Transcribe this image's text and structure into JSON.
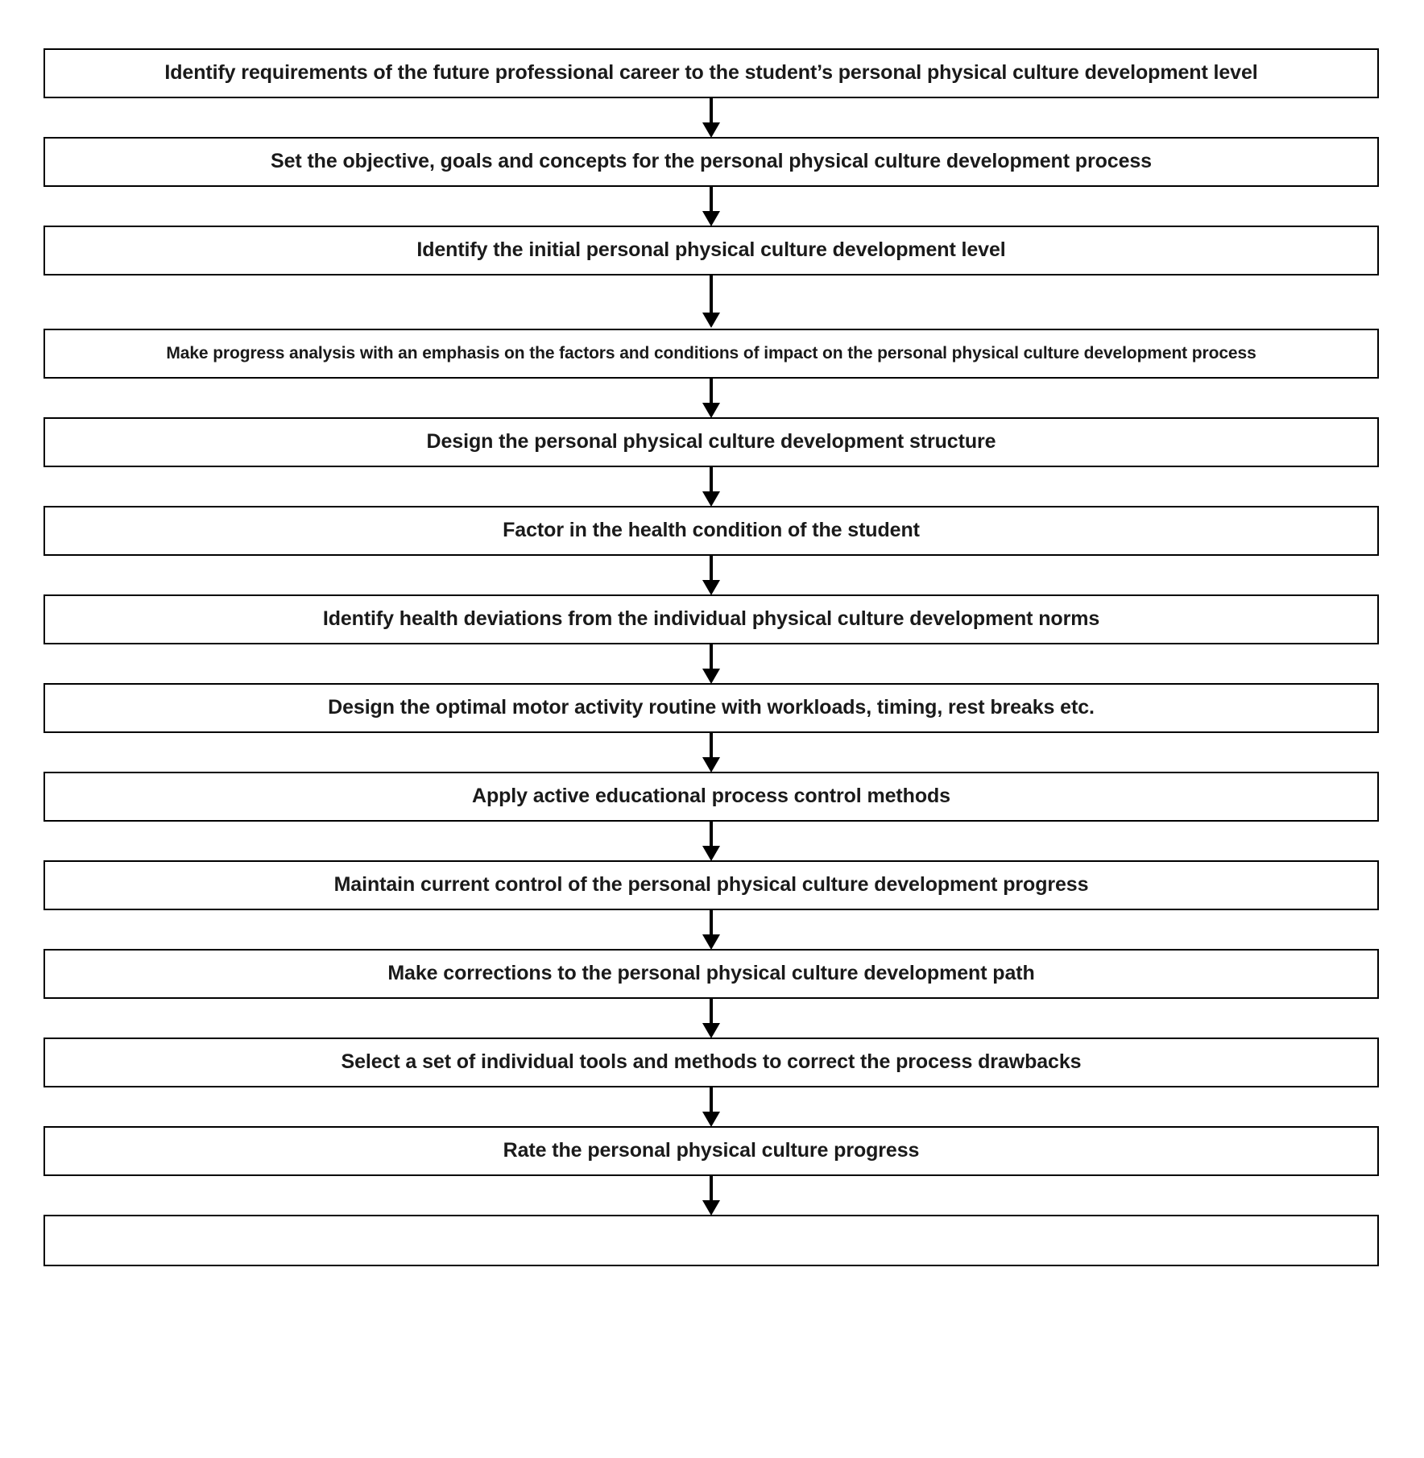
{
  "diagram": {
    "title": "Personal physical culture development process flowchart",
    "orientation": "vertical",
    "connector_style": "downward-arrow",
    "box_fill": "#ffffff",
    "box_border": "#000000",
    "text_color": "#1a1a1a",
    "steps": [
      {
        "index": 1,
        "label": "Identify requirements of the future professional career to the student’s personal physical culture development level",
        "size": "normal"
      },
      {
        "index": 2,
        "label": "Set the objective, goals and concepts for the personal physical culture development process",
        "size": "normal"
      },
      {
        "index": 3,
        "label": "Identify the initial personal physical culture development level",
        "size": "normal"
      },
      {
        "index": 4,
        "label": "Make progress analysis with an emphasis on the factors and conditions of impact on the personal physical culture development process",
        "size": "small"
      },
      {
        "index": 5,
        "label": "Design the personal physical culture development structure",
        "size": "normal"
      },
      {
        "index": 6,
        "label": "Factor in the health condition of the student",
        "size": "normal"
      },
      {
        "index": 7,
        "label": "Identify health deviations from the individual physical culture development norms",
        "size": "normal"
      },
      {
        "index": 8,
        "label": "Design the optimal motor activity routine with workloads, timing, rest breaks etc.",
        "size": "normal"
      },
      {
        "index": 9,
        "label": "Apply active educational process control methods",
        "size": "normal"
      },
      {
        "index": 10,
        "label": "Maintain current control of the personal physical culture development progress",
        "size": "normal"
      },
      {
        "index": 11,
        "label": "Make corrections to the personal physical culture development path",
        "size": "normal"
      },
      {
        "index": 12,
        "label": "Select a set of individual tools and methods to correct the process drawbacks",
        "size": "normal"
      },
      {
        "index": 13,
        "label": "Rate the personal physical culture progress",
        "size": "normal"
      },
      {
        "index": 14,
        "label": "",
        "size": "normal",
        "empty": true
      }
    ]
  }
}
